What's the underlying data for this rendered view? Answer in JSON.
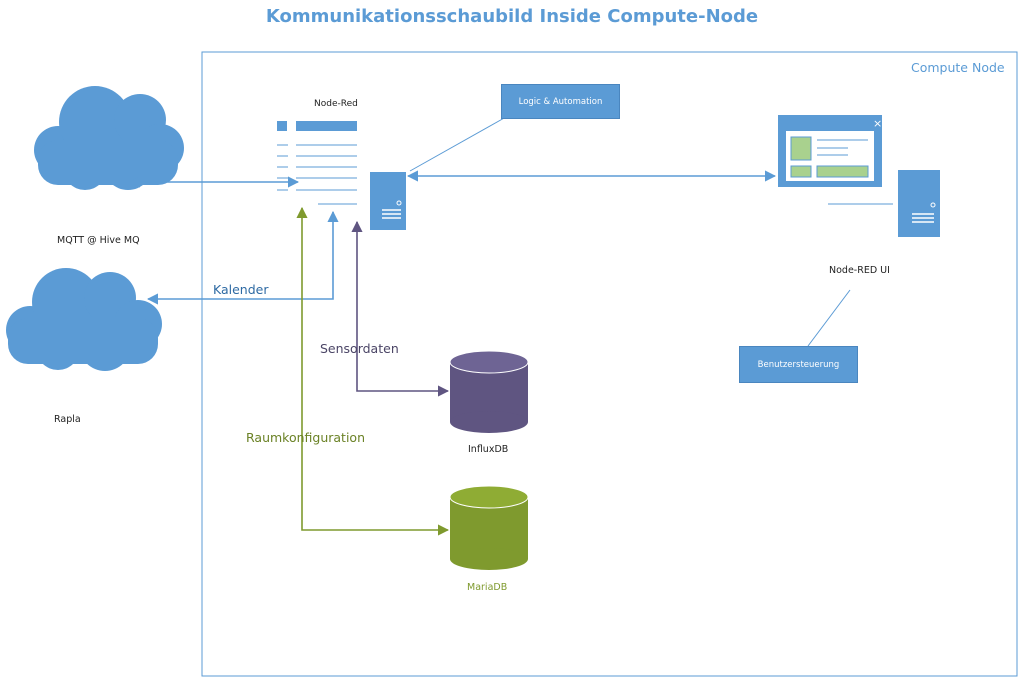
{
  "title": "Kommunikationsschaubild Inside Compute-Node",
  "container_label": "Compute Node",
  "nodes": {
    "mqtt": "MQTT @ Hive MQ",
    "rapla": "Rapla",
    "node_red": "Node-Red",
    "logic_automation": "Logic & Automation",
    "node_red_ui": "Node-RED UI",
    "benutzersteuerung": "Benutzersteuerung",
    "influxdb": "InfluxDB",
    "mariadb": "MariaDB"
  },
  "edges": {
    "kalender": "Kalender",
    "sensordaten": "Sensordaten",
    "raumkonfiguration": "Raumkonfiguration"
  },
  "colors": {
    "blue": "#5b9bd5",
    "purple": "#5f5581",
    "green": "#7f9a2e",
    "light_green": "#a9d18e"
  }
}
